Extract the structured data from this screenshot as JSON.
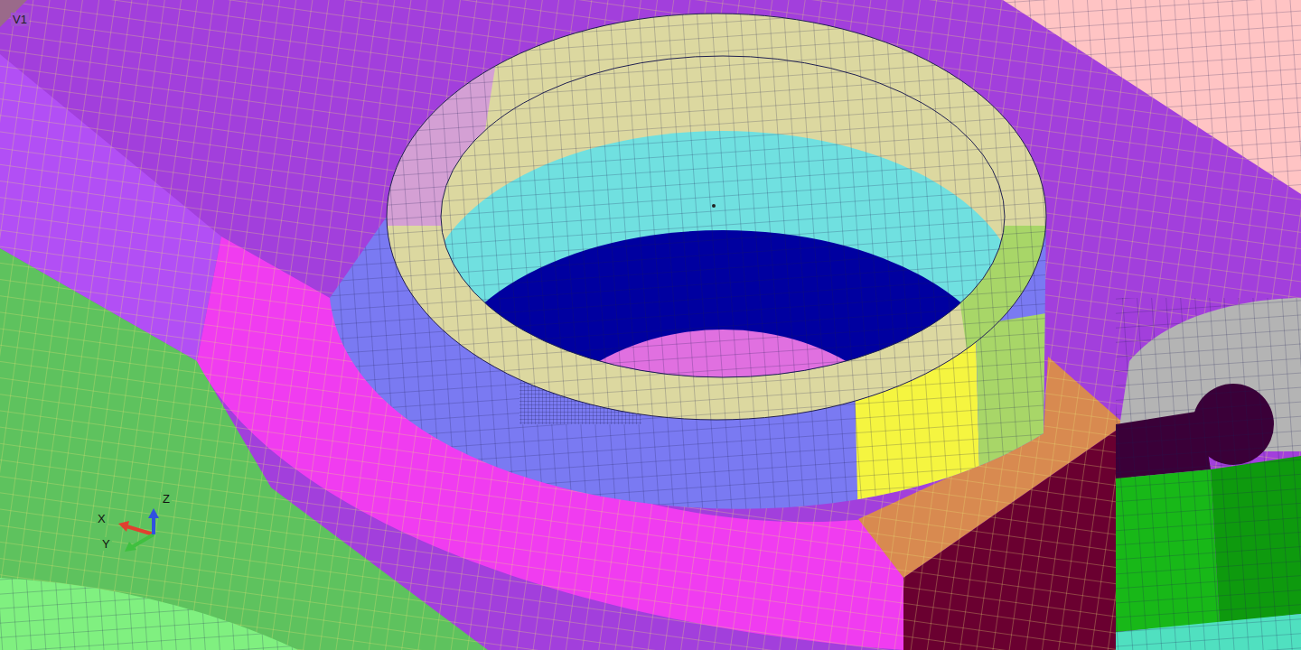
{
  "diagram": {
    "labels": [
      "V1",
      "X",
      "Y",
      "Z"
    ]
  }
}
